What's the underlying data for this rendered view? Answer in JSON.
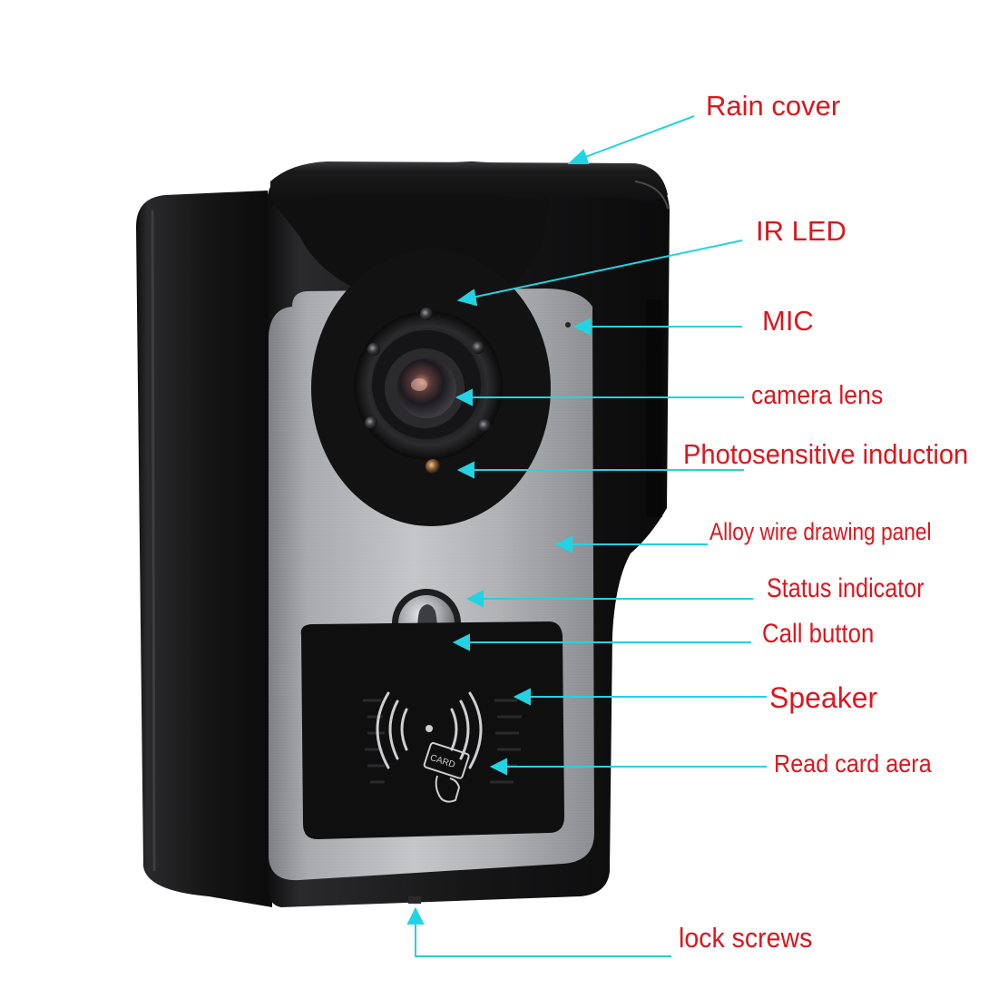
{
  "labels": {
    "rain_cover": "Rain cover",
    "ir_led": "IR LED",
    "mic": "MIC",
    "camera_lens": "camera lens",
    "photosensitive": "Photosensitive induction",
    "alloy_panel": "Alloy wire drawing panel",
    "status_indicator": "Status indicator",
    "call_button": "Call button",
    "speaker": "Speaker",
    "read_card": "Read card aera",
    "lock_screws": "lock screws"
  },
  "icons": {
    "bell": "bell-icon",
    "rfid": "rfid-wave-icon",
    "card_hand": "hand-holding-card-icon"
  },
  "card_text": "CARD",
  "colors": {
    "label_text": "#e0141c",
    "callout_line": "#22d3e3",
    "housing": "#1b1b1c",
    "panel": "#b4b5b8"
  }
}
